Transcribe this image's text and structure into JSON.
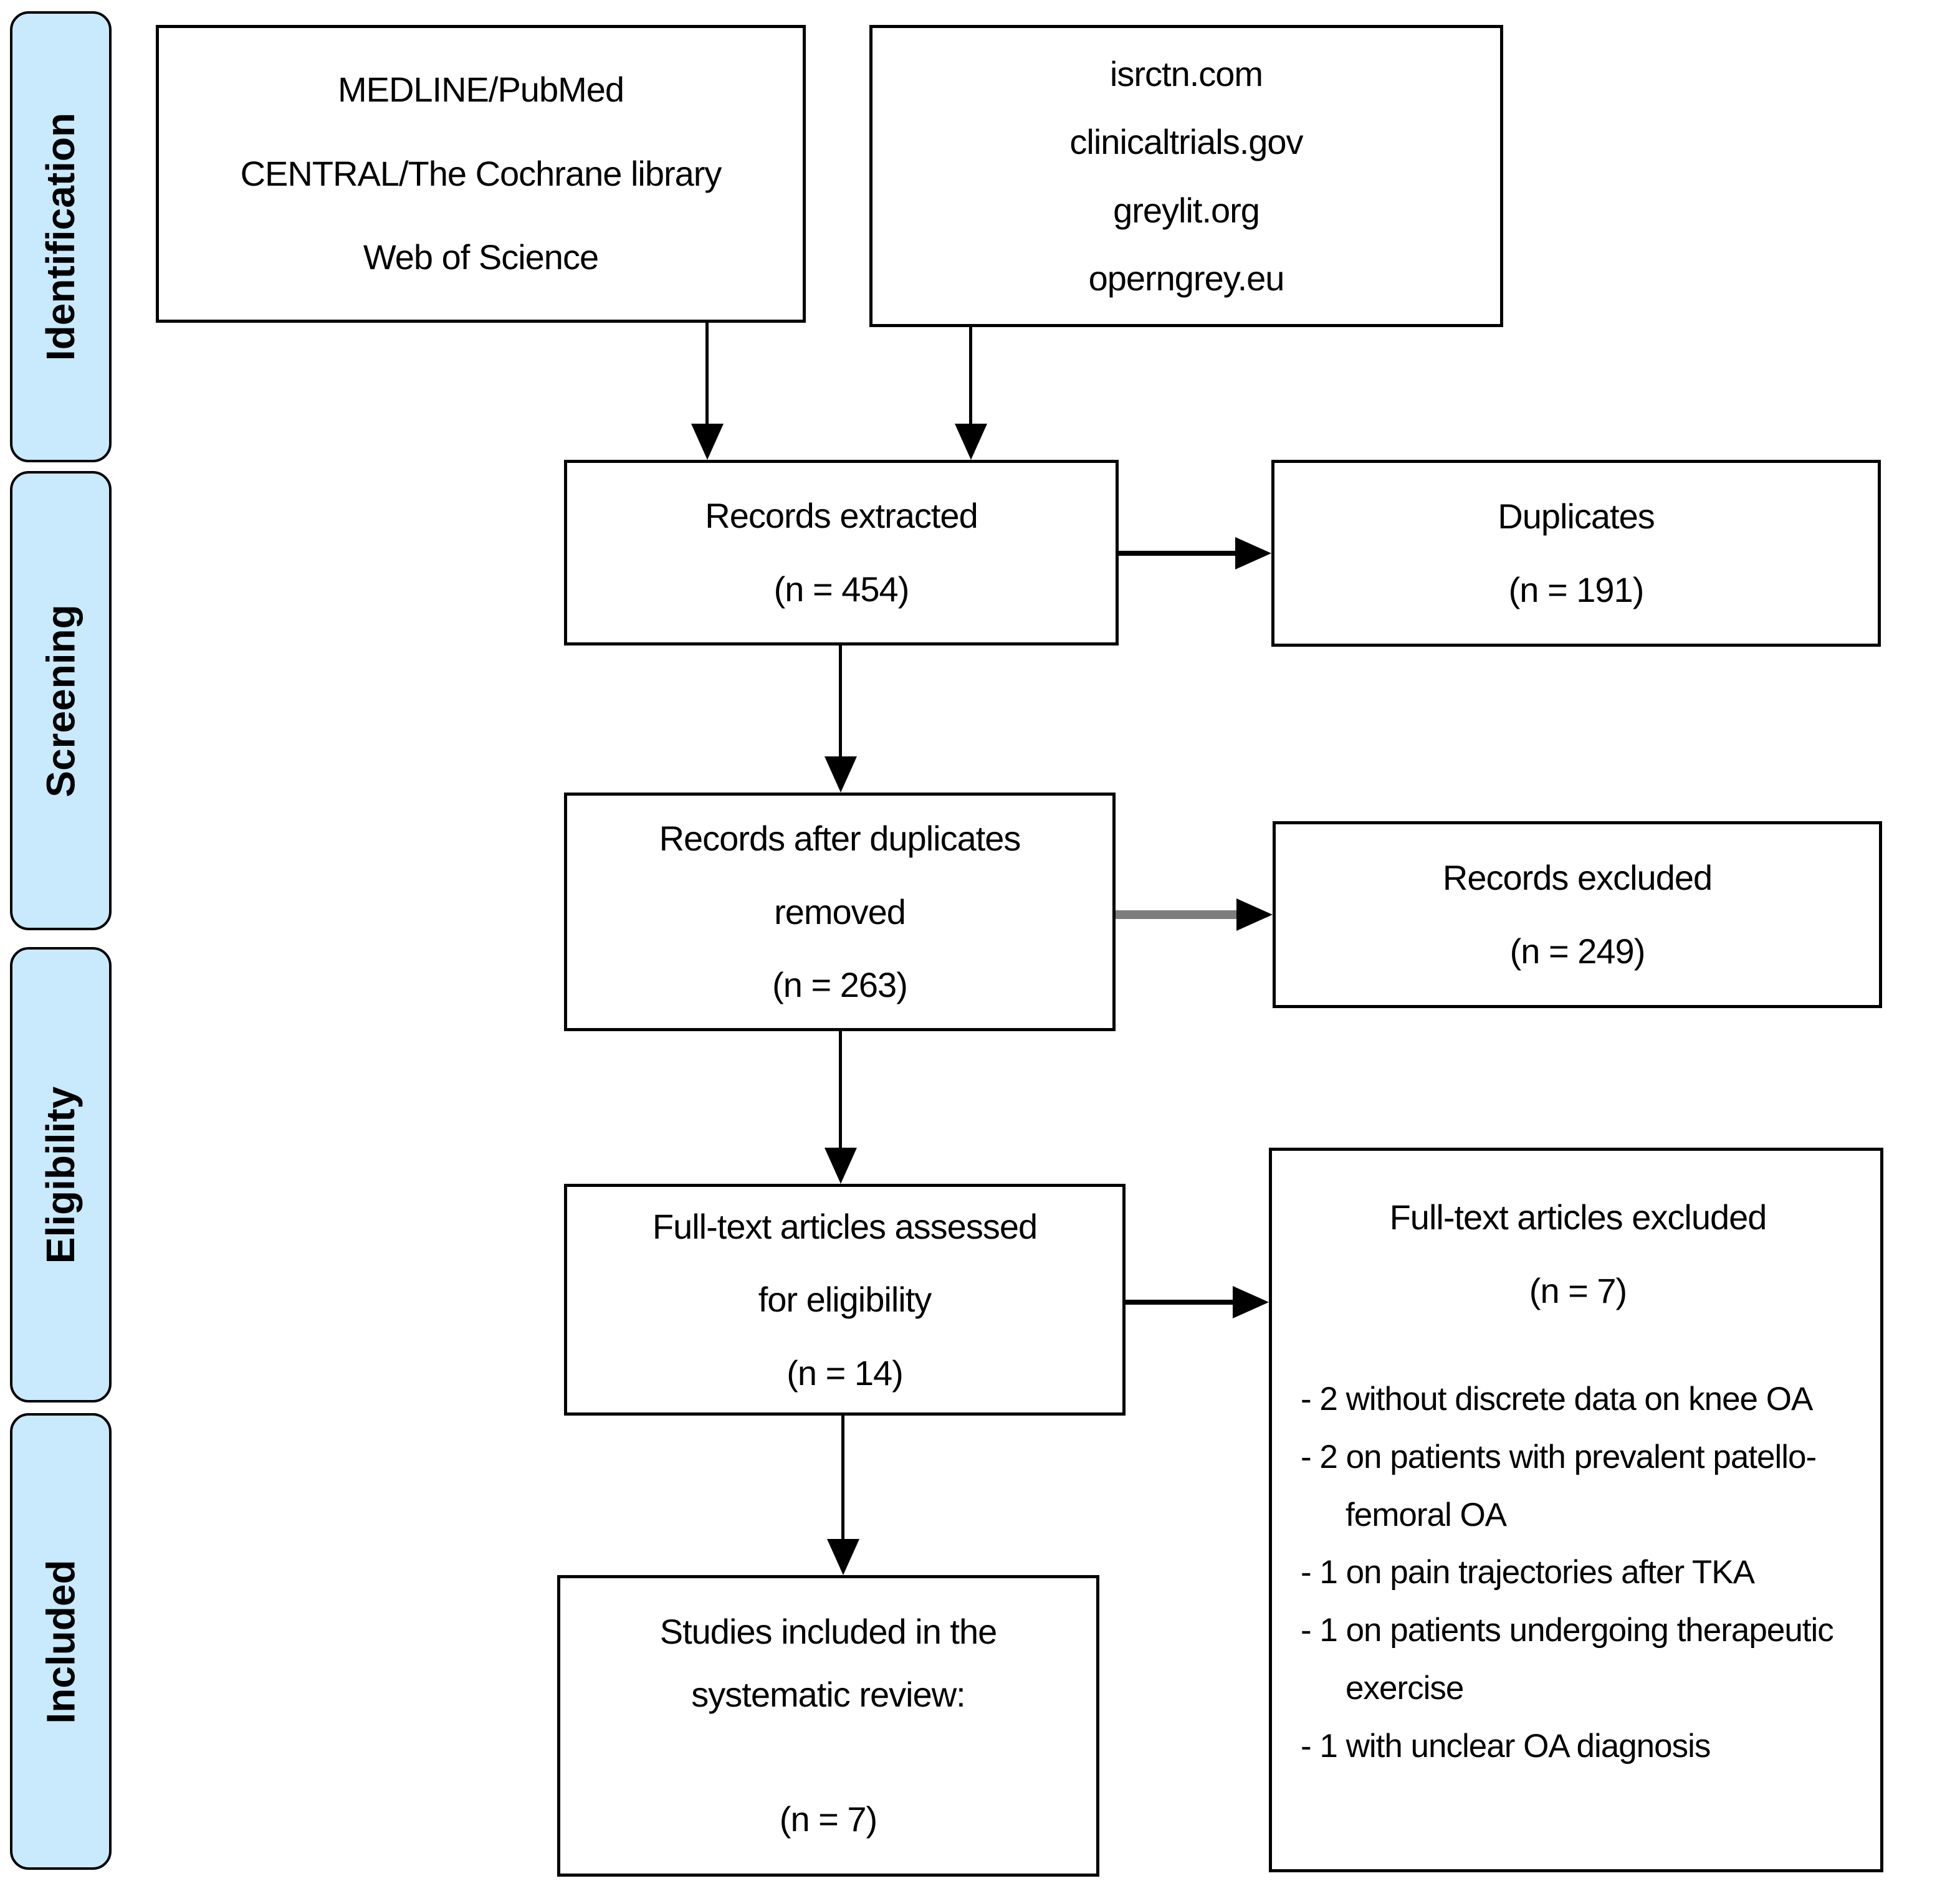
{
  "stages": [
    {
      "label": "Identification"
    },
    {
      "label": "Screening"
    },
    {
      "label": "Eligibility"
    },
    {
      "label": "Included"
    }
  ],
  "boxes": {
    "databases": {
      "lines": [
        "MEDLINE/PubMed",
        "CENTRAL/The Cochrane library",
        "Web of Science"
      ]
    },
    "registries": {
      "lines": [
        "isrctn.com",
        "clinicaltrials.gov",
        "greylit.org",
        "operngrey.eu"
      ]
    },
    "records_extracted": {
      "line1": "Records extracted",
      "line2": "(n = 454)"
    },
    "duplicates": {
      "line1": "Duplicates",
      "line2": "(n = 191)"
    },
    "records_after_duplicates": {
      "lines": [
        "Records after duplicates",
        "removed",
        "(n = 263)"
      ]
    },
    "records_excluded": {
      "line1": "Records excluded",
      "line2": "(n = 249)"
    },
    "fulltext_assessed": {
      "lines": [
        "Full-text articles assessed",
        "for eligibility",
        "(n = 14)"
      ]
    },
    "fulltext_excluded": {
      "title": "Full-text articles excluded",
      "count": "(n = 7)",
      "reasons": [
        "- 2 without discrete data on knee OA",
        "- 2 on patients with prevalent patello-femoral OA",
        "- 1 on pain trajectories after TKA",
        "- 1 on patients undergoing therapeutic exercise",
        "- 1 with unclear OA diagnosis"
      ]
    },
    "studies_included": {
      "lines": [
        "Studies included in the",
        "systematic review:"
      ],
      "count": "(n = 7)"
    }
  },
  "colors": {
    "stage_fill": "#c8eafc",
    "box_border": "#000000",
    "grey_arrow": "#7d7d7d"
  }
}
